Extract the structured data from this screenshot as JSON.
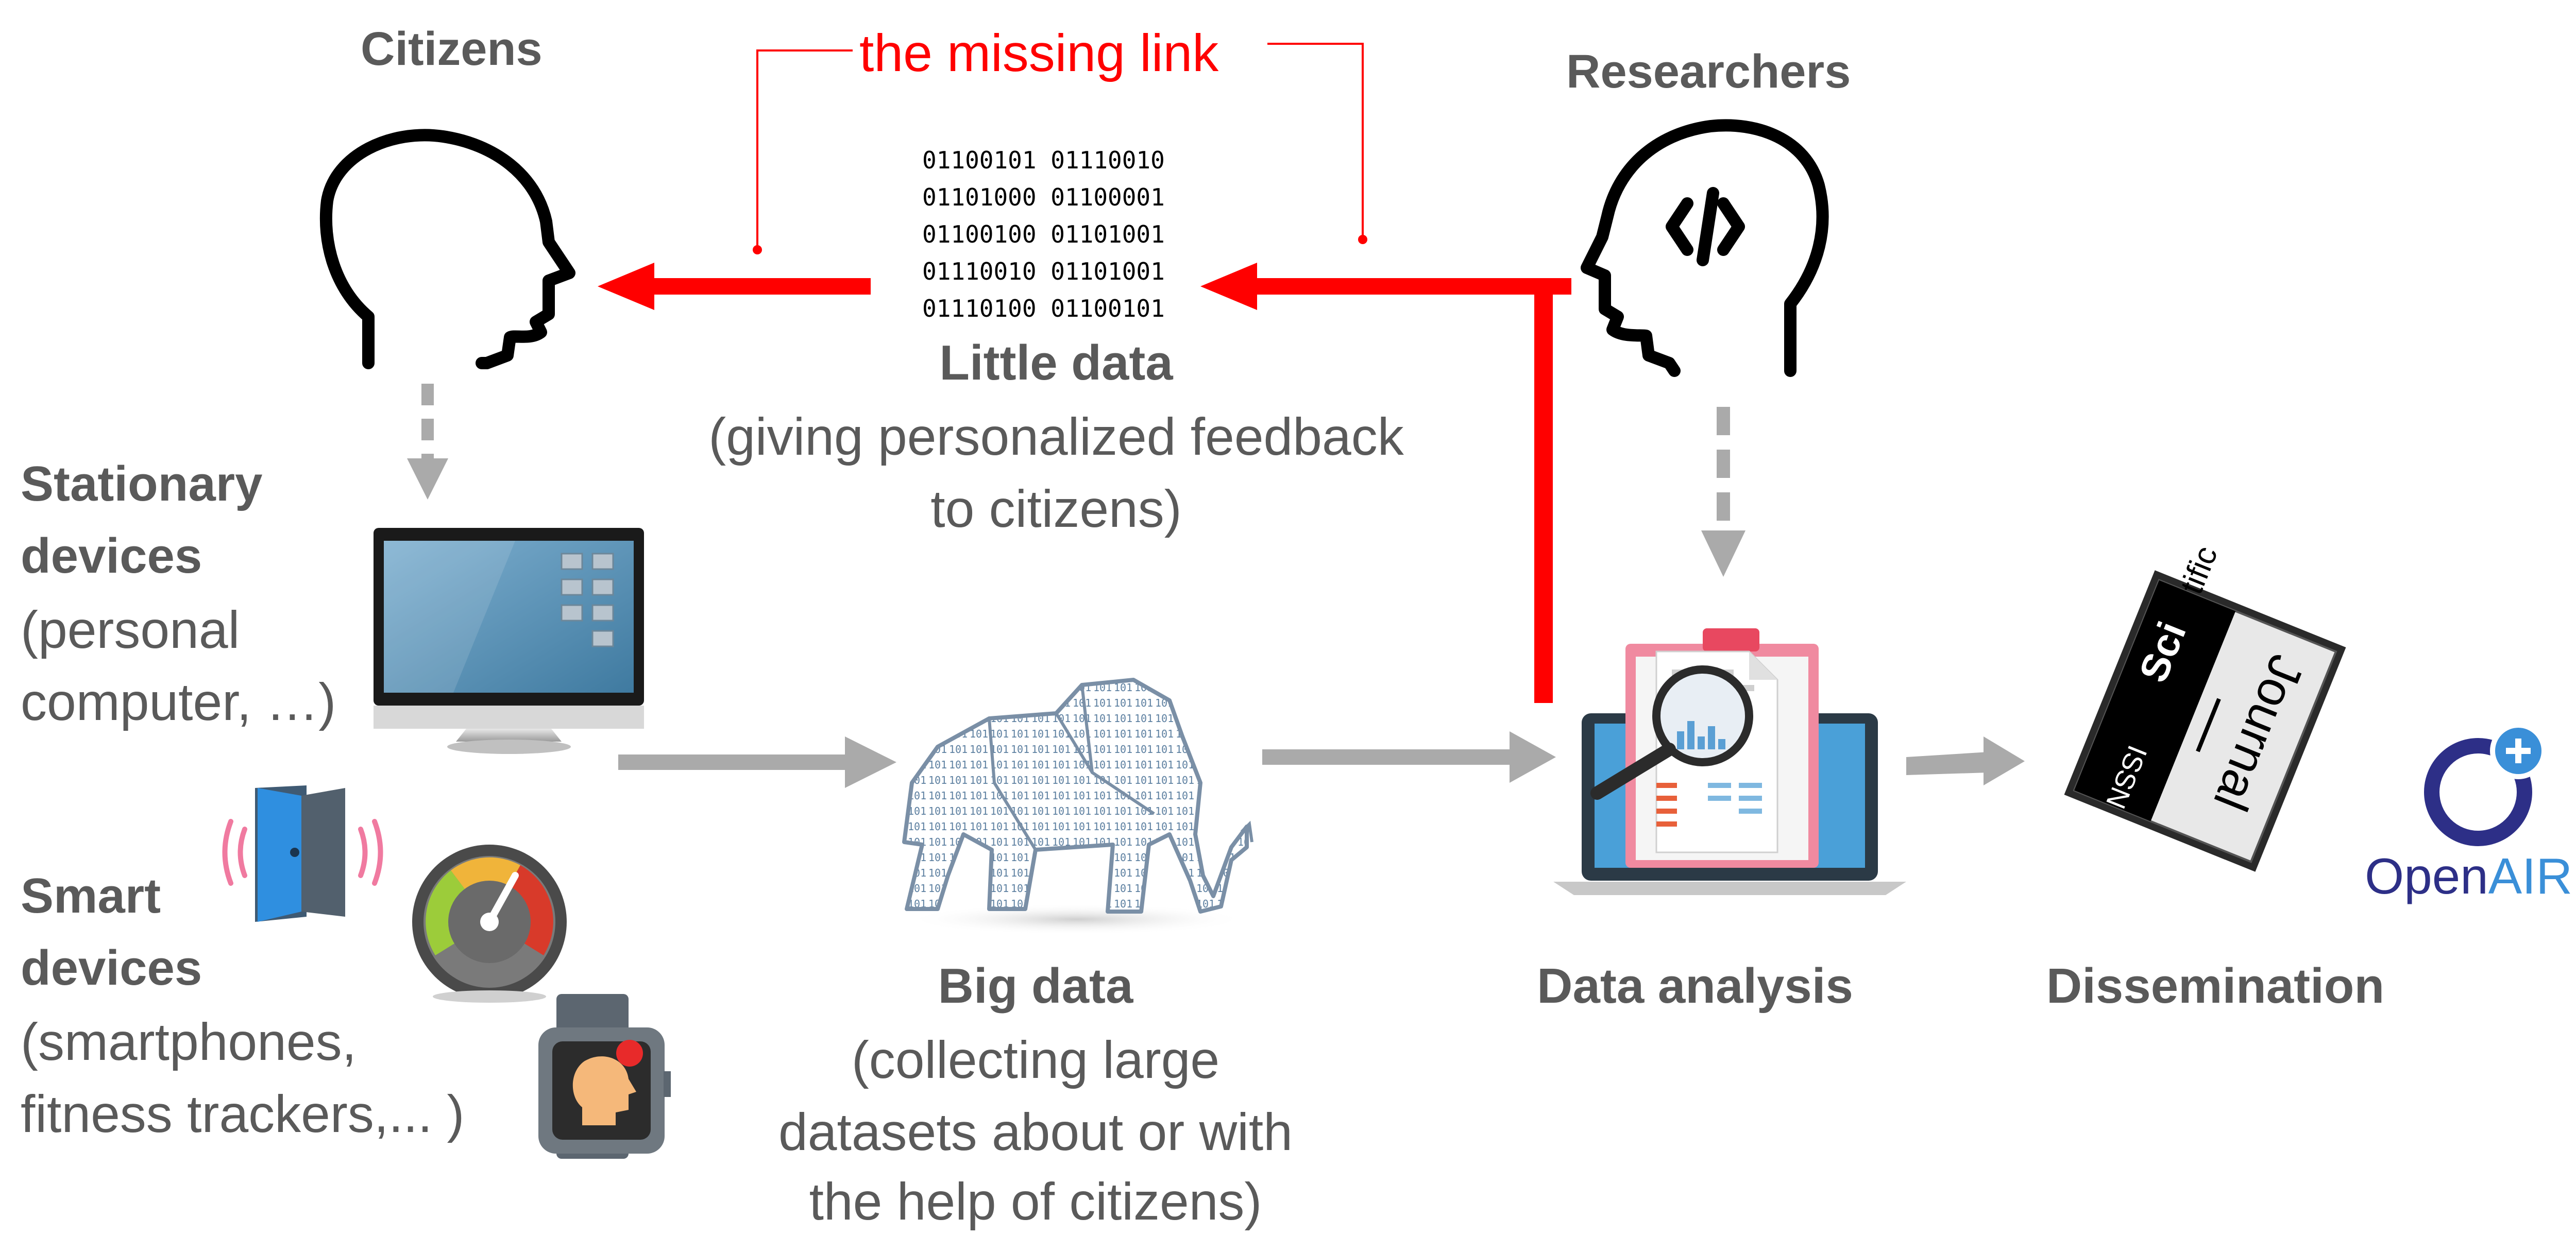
{
  "citizens_label": "Citizens",
  "researchers_label": "Researchers",
  "missing_link_label": "the missing link",
  "binary_lines": [
    "01100101 01110010",
    "01101000 01100001",
    "01100100 01101001",
    "01110010 01101001",
    "01110100 01100101"
  ],
  "little_data": {
    "title": "Little data",
    "desc_line1": "(giving personalized feedback",
    "desc_line2": "to citizens)"
  },
  "stationary": {
    "title_line1": "Stationary",
    "title_line2": "devices",
    "desc_line1": "(personal",
    "desc_line2": "computer, …)"
  },
  "smart": {
    "title_line1": "Smart",
    "title_line2": "devices",
    "desc_line1": "(smartphones,",
    "desc_line2": "fitness trackers,... )"
  },
  "big_data": {
    "title": "Big data",
    "desc_line1": "(collecting large",
    "desc_line2": "datasets about or with",
    "desc_line3": "the help of citizens)"
  },
  "data_analysis_label": "Data analysis",
  "dissemination_label": "Dissemination",
  "journal": {
    "sci": "Sci",
    "entific": "entific",
    "journal": "Journal",
    "issn": "ISSN"
  },
  "openaire": {
    "open": "Open",
    "aire": "AIRE",
    "plus": "+"
  },
  "colors": {
    "red": "#ff0000",
    "grey_arrow": "#aaaaaa",
    "label_grey": "#5a5a5a",
    "openaire_blue": "#2d2f87",
    "openaire_light": "#3a8fd8"
  }
}
